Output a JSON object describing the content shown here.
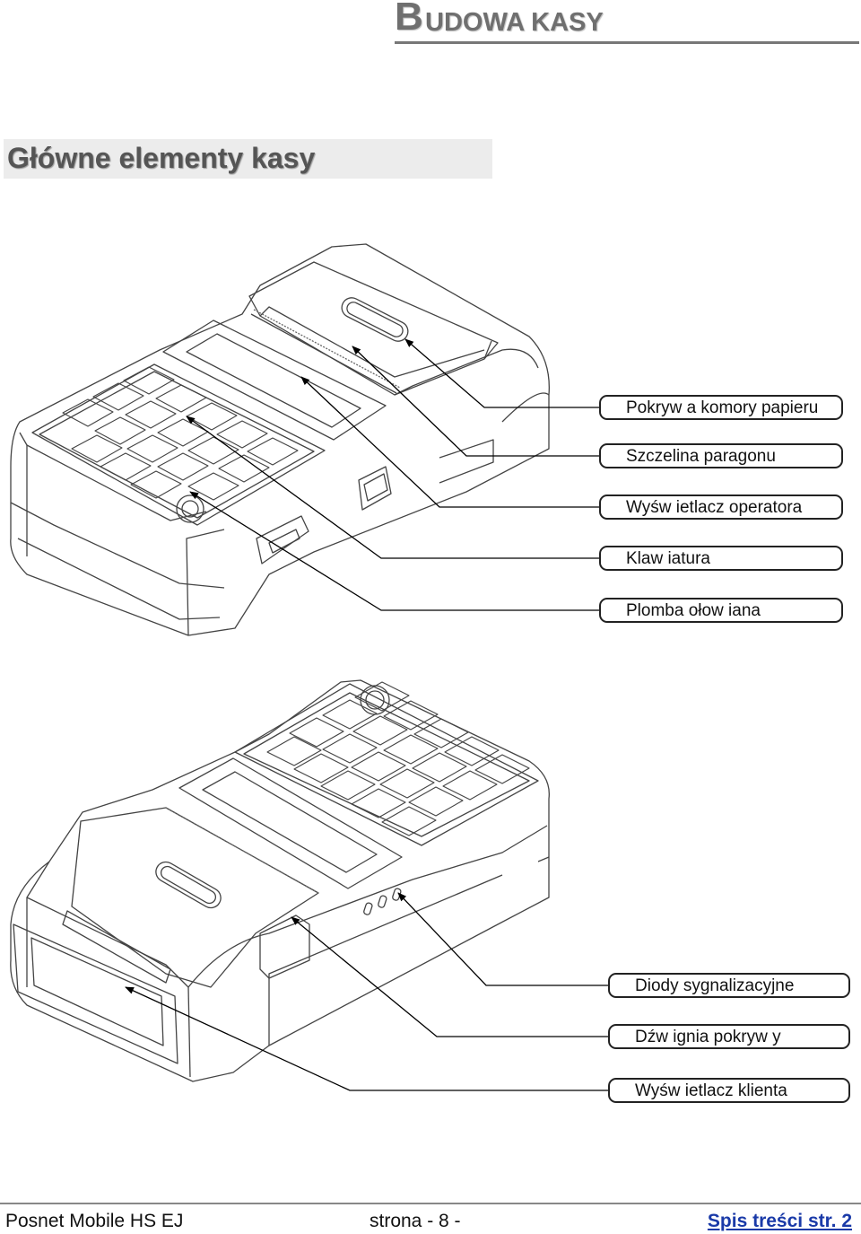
{
  "header": {
    "chapter_cap": "B",
    "chapter_rest": "UDOWA KASY"
  },
  "section": {
    "title": "Główne elementy kasy"
  },
  "top_callouts": [
    "Pokryw a komory papieru",
    "Szczelina paragonu",
    "Wyśw ietlacz operatora",
    "Klaw iatura",
    "Plomba ołow iana"
  ],
  "bottom_callouts": [
    "Diody sygnalizacyjne",
    "Dźw ignia pokryw y",
    "Wyśw ietlacz klienta"
  ],
  "footer": {
    "model": "Posnet Mobile HS EJ",
    "page": "strona  - 8 -",
    "toc_link": "Spis treści str. 2"
  }
}
